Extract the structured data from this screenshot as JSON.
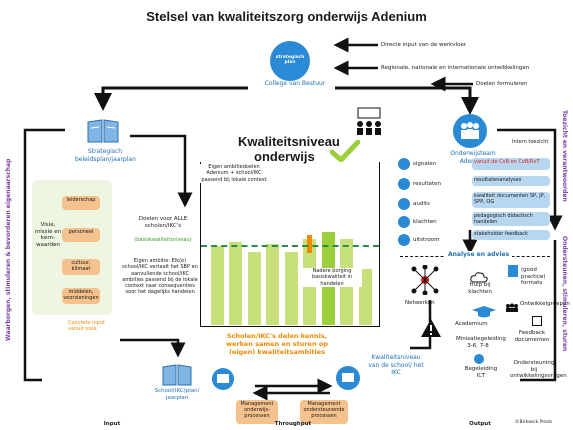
{
  "title": "Stelsel van kwaliteitszorg onderwijs Adenium",
  "bestuur": {
    "circle_label": "strategisch plan",
    "label": "College van Bestuur"
  },
  "inputs_top": [
    "Directe input van de werkvloer",
    "Regionale, nationale en internationale ontwikkelingen",
    "Doelen formuleren"
  ],
  "strategisch": {
    "label": "Strategisch beleidsplan/jaarplan"
  },
  "kwaliteit": {
    "title_line1": "Kwaliteitsniveau",
    "title_line2": "onderwijs",
    "top_note": "Eigen ambitiedoelen Adenium + school/IKC passend bij lokale context",
    "left_note_1": "Doelen voor ALLE scholen/IKC's",
    "left_note_2": "(basiskwaliteitsniveau)",
    "left_note_3": "Eigen ambitie: Elk(e) school/IKC vertaalt het SBP en aanvullende school/IKC ambities passend bij de lokale context naar consequenties voor het dagelijks handelen",
    "orange_note": "Nadere borging basiskwaliteit in handelen",
    "bars": [
      0.78,
      0.82,
      0.72,
      0.8,
      0.72,
      0.85,
      0.92,
      0.85,
      0.55
    ]
  },
  "visie": {
    "side_label": "Visie, missie en kern-waarden",
    "items": [
      "leiderschap",
      "personeel",
      "cultuur, klimaat",
      "middelen, voorzieningen"
    ],
    "arrow_label": "Concrete input vanuit visie"
  },
  "onderwijsteam": {
    "label": "Onderwijsteam Adenium",
    "intern": "Intern toezicht",
    "left_items": [
      "signalen",
      "resultaten",
      "audits",
      "klachten",
      "uitstroom"
    ],
    "right_items": [
      "vanuit de CvB en CvB/RvT",
      "resultatenanalyses",
      "kwaliteit documenten SP, JP, SPP, OG",
      "pedagogisch didactisch handelen",
      "stakeholder feedback"
    ]
  },
  "analyse": {
    "title": "Analyse en advies",
    "items": [
      "Netwerken",
      "Hulp bij klachten",
      "(good practice) formats",
      "Academium",
      "Ontwikkelgroepen",
      "Feedback documenten",
      "Minisatiegeleiding 3-6, 7-8",
      "Begeleiding ICT",
      "Ondersteuning bij ontwikkelingsvragen"
    ]
  },
  "scholen": {
    "delen": "Scholen/IKC's delen kennis, werken samen en sturen op (eigen) kwaliteitsambities",
    "kwaliteit_label": "Kwaliteitsniveau van de school/ het IKC",
    "schoolplan": "School(IKC)plan/ jaarplan",
    "mgmt_1": "Management onderwijs-processen",
    "mgmt_2": "Management ondersteunende processen"
  },
  "side_labels": {
    "left": "Waarborgen, stimuleren & bevorderen eigenaarschap",
    "right_top": "Toezicht en verantwoorden",
    "right_bottom": "Ondersteunen, stimuleren, sturen"
  },
  "bottom_labels": [
    "Input",
    "Throughput",
    "Output"
  ],
  "credit": "©Birkwick Preds"
}
